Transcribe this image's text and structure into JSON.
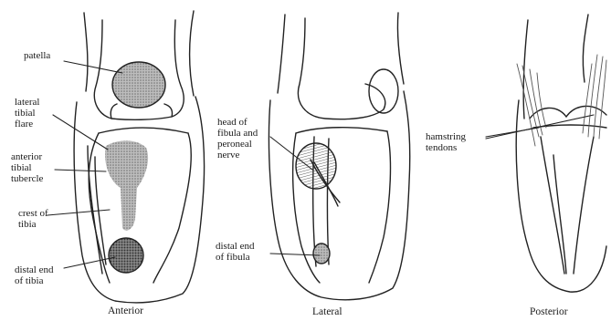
{
  "anterior": {
    "caption": "Anterior",
    "labels": {
      "patella": "patella",
      "lateral_tibial_flare": "lateral\ntibial\nflare",
      "anterior_tibial_tubercle": "anterior\ntibial\ntubercle",
      "crest_of_tibia": "crest of\ntibia",
      "distal_end_of_tibia": "distal end\nof tibia"
    }
  },
  "lateral": {
    "caption": "Lateral",
    "labels": {
      "head_of_fibula": "head of\nfibula and\nperoneal\nnerve",
      "distal_end_of_fibula": "distal end\nof fibula"
    }
  },
  "posterior": {
    "caption": "Posterior",
    "labels": {
      "hamstring_tendons": "hamstring\ntendons"
    }
  }
}
